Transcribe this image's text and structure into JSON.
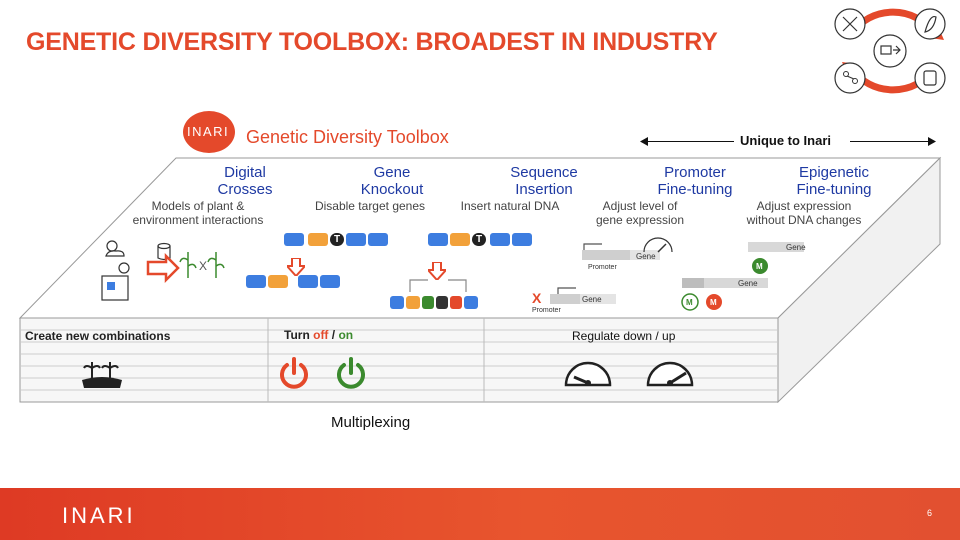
{
  "slide": {
    "title": "GENETIC DIVERSITY TOOLBOX: BROADEST IN INDUSTRY",
    "toolbox_title": "Genetic Diversity Toolbox",
    "logo_text": "INARI",
    "unique_label": "Unique to Inari",
    "columns": [
      {
        "title_line1": "Digital",
        "title_line2": "Crosses",
        "desc_line1": "Models of plant &",
        "desc_line2": "environment interactions"
      },
      {
        "title_line1": "Gene",
        "title_line2": "Knockout",
        "desc_line1": "Disable target genes",
        "desc_line2": ""
      },
      {
        "title_line1": "Sequence",
        "title_line2": "Insertion",
        "desc_line1": "Insert natural DNA",
        "desc_line2": ""
      },
      {
        "title_line1": "Promoter",
        "title_line2": "Fine-tuning",
        "desc_line1": "Adjust level of",
        "desc_line2": "gene expression"
      },
      {
        "title_line1": "Epigenetic",
        "title_line2": "Fine-tuning",
        "desc_line1": "Adjust expression",
        "desc_line2": "without DNA changes"
      }
    ],
    "diagram_labels": {
      "t_marker": "T",
      "m_marker": "M",
      "gene": "Gene",
      "promoter": "Promoter",
      "cross": "X"
    },
    "bottom": {
      "create_combinations": "Create new combinations",
      "turn_prefix": "Turn ",
      "turn_off": "off",
      "turn_sep": " / ",
      "turn_on": "on",
      "regulate": "Regulate down / up",
      "multiplexing": "Multiplexing"
    },
    "footer": {
      "logo_text": "INARI",
      "page_number": "6"
    },
    "colors": {
      "brand": "#e4492b",
      "title_blue": "#1f3aa3",
      "dna_blue": "#3d7de0",
      "dna_orange": "#f2a13a",
      "off_red": "#e4492b",
      "on_green": "#3b8a2e"
    }
  }
}
